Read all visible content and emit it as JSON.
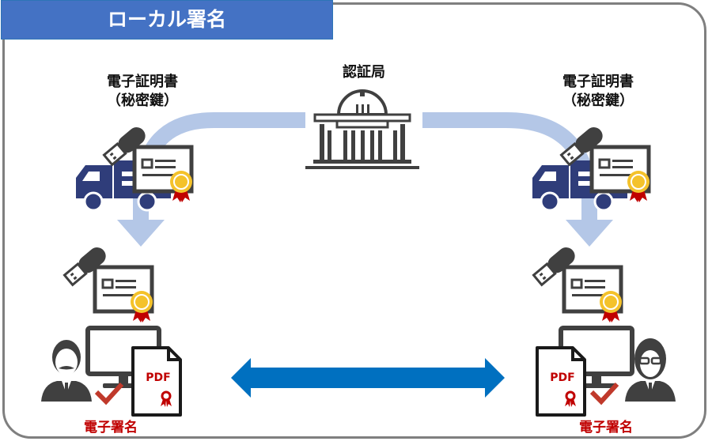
{
  "title": "ローカル署名",
  "authority": {
    "label": "認証局"
  },
  "left": {
    "cert_label_line1": "電子証明書",
    "cert_label_line2": "（秘密鍵）",
    "signature_label": "電子署名",
    "document_label": "PDF"
  },
  "right": {
    "cert_label_line1": "電子証明書",
    "cert_label_line2": "（秘密鍵）",
    "signature_label": "電子署名",
    "document_label": "PDF"
  },
  "colors": {
    "title_bg": "#4472c4",
    "flow_arrow": "#b4c7e7",
    "exchange_arrow": "#0070c0",
    "icon_dark": "#404040",
    "truck": "#2f3d7a",
    "seal": "#f4c22b",
    "ribbon": "#c00000",
    "signature_text": "#c00000"
  }
}
